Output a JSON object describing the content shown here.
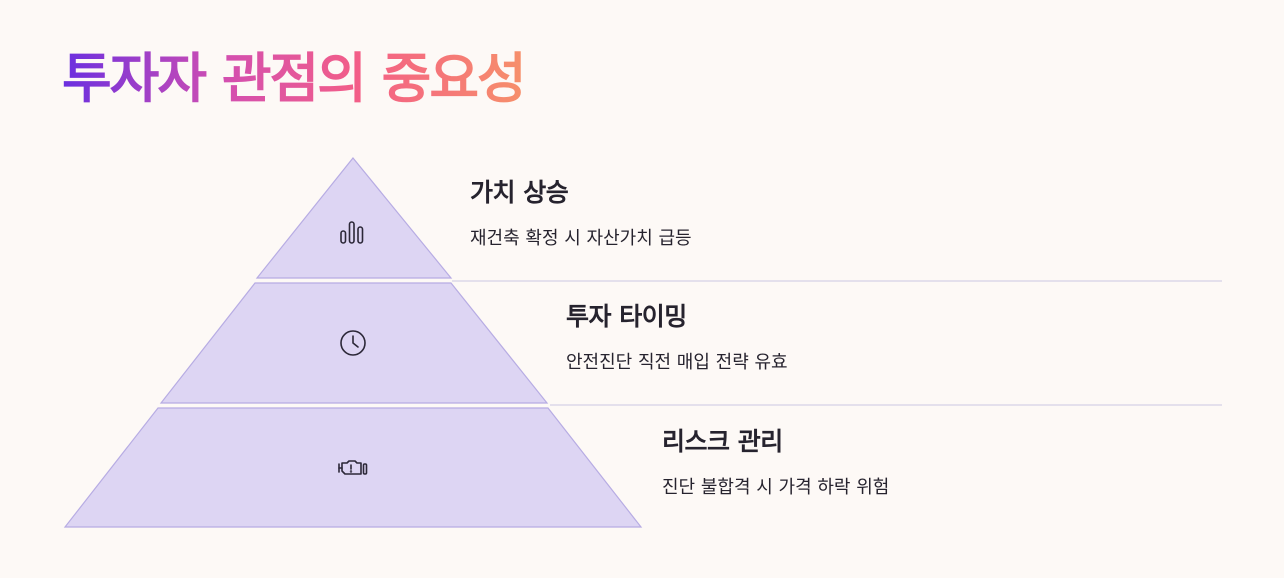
{
  "title": "투자자 관점의 중요성",
  "tiers": [
    {
      "heading": "가치 상승",
      "description": "재건축 확정 시 자산가치 급등",
      "icon": "bar-chart-icon"
    },
    {
      "heading": "투자 타이밍",
      "description": "안전진단 직전 매입 전략 유효",
      "icon": "clock-icon"
    },
    {
      "heading": "리스크 관리",
      "description": "진단 불합격 시 가격 하락 위험",
      "icon": "engine-warning-icon"
    }
  ],
  "colors": {
    "background": "#fdf9f6",
    "tier_fill": "#ddd5f3",
    "tier_stroke": "#b7ace3",
    "divider": "#dcd8e8",
    "text": "#26232e",
    "title_gradient": [
      "#6a2fe0",
      "#d34fb0",
      "#f45f86",
      "#f6906a"
    ]
  }
}
